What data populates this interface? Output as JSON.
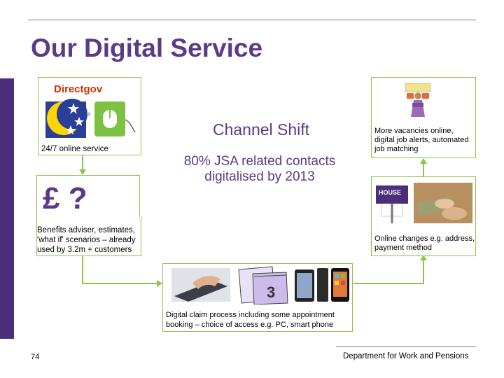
{
  "slide": {
    "title": "Our Digital Service",
    "page_number": "74",
    "footer": "Department for Work and Pensions"
  },
  "left_column": {
    "directgov_label": "Directgov",
    "online_service": "24/7 online service",
    "symbols": "£ ?",
    "benefits_text": "Benefits adviser, estimates, 'what if' scenarios – already used by 3.2m + customers"
  },
  "center": {
    "heading": "Channel Shift",
    "subtext": "80% JSA related contacts digitalised by 2013"
  },
  "right_column": {
    "vacancies_text": "More vacancies online, digital job alerts, automated job matching",
    "changes_text": "Online changes e.g. address, payment method"
  },
  "bottom": {
    "claim_text": "Digital claim process including some appointment booking – choice of access e.g. PC, smart phone"
  },
  "colors": {
    "title": "#5b3a88",
    "sidebar": "#4b2f7b",
    "arrow": "#8fc24a",
    "directgov_label": "#cc3300"
  },
  "icons": [
    "moon-stars-icon",
    "mouse-icon",
    "person-icon",
    "house-for-sale-icon",
    "money-icon",
    "laptop-typing-icon",
    "calendar-icon",
    "smartphone-icon"
  ]
}
